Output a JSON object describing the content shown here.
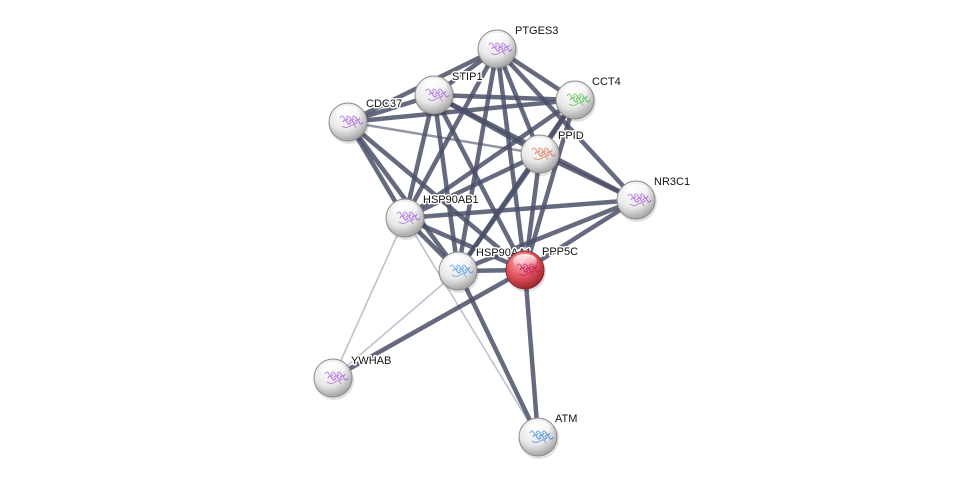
{
  "network": {
    "query_node": "PPP5C",
    "colors": {
      "query_node": "#e0505a",
      "node": "#e6e6e6",
      "edge_strong": "#4a5068",
      "edge_weak": "#b4b6c8"
    },
    "nodes": [
      {
        "id": "PTGES3",
        "label": "PTGES3",
        "structure_color": "#b070d8"
      },
      {
        "id": "STIP1",
        "label": "STIP1",
        "structure_color": "#b070d8"
      },
      {
        "id": "CCT4",
        "label": "CCT4",
        "structure_color": "#60c060"
      },
      {
        "id": "CDC37",
        "label": "CDC37",
        "structure_color": "#b070d8"
      },
      {
        "id": "PPID",
        "label": "PPID",
        "structure_color": "#e08060"
      },
      {
        "id": "NR3C1",
        "label": "NR3C1",
        "structure_color": "#b070d8"
      },
      {
        "id": "HSP90AB1",
        "label": "HSP90AB1",
        "structure_color": "#b070d8"
      },
      {
        "id": "HSP90AA1",
        "label": "HSP90AA1",
        "structure_color": "#60a0e0"
      },
      {
        "id": "PPP5C",
        "label": "PPP5C",
        "structure_color": "#c02060"
      },
      {
        "id": "YWHAB",
        "label": "YWHAB",
        "structure_color": "#b070d8"
      },
      {
        "id": "ATM",
        "label": "ATM",
        "structure_color": "#5090e0"
      }
    ],
    "edges": [
      [
        "PTGES3",
        "STIP1",
        "strong"
      ],
      [
        "PTGES3",
        "CDC37",
        "strong"
      ],
      [
        "PTGES3",
        "CCT4",
        "strong"
      ],
      [
        "PTGES3",
        "PPID",
        "strong"
      ],
      [
        "PTGES3",
        "HSP90AB1",
        "strong"
      ],
      [
        "PTGES3",
        "HSP90AA1",
        "strong"
      ],
      [
        "PTGES3",
        "PPP5C",
        "strong"
      ],
      [
        "PTGES3",
        "NR3C1",
        "strong"
      ],
      [
        "STIP1",
        "CDC37",
        "strong"
      ],
      [
        "STIP1",
        "CCT4",
        "strong"
      ],
      [
        "STIP1",
        "PPID",
        "strong"
      ],
      [
        "STIP1",
        "HSP90AB1",
        "strong"
      ],
      [
        "STIP1",
        "HSP90AA1",
        "strong"
      ],
      [
        "STIP1",
        "PPP5C",
        "strong"
      ],
      [
        "STIP1",
        "NR3C1",
        "strong"
      ],
      [
        "CDC37",
        "CCT4",
        "strong"
      ],
      [
        "CDC37",
        "PPID",
        "medium"
      ],
      [
        "CDC37",
        "HSP90AB1",
        "strong"
      ],
      [
        "CDC37",
        "HSP90AA1",
        "strong"
      ],
      [
        "CDC37",
        "PPP5C",
        "strong"
      ],
      [
        "CCT4",
        "PPID",
        "strong"
      ],
      [
        "CCT4",
        "HSP90AB1",
        "strong"
      ],
      [
        "CCT4",
        "HSP90AA1",
        "strong"
      ],
      [
        "CCT4",
        "PPP5C",
        "strong"
      ],
      [
        "PPID",
        "HSP90AB1",
        "strong"
      ],
      [
        "PPID",
        "HSP90AA1",
        "strong"
      ],
      [
        "PPID",
        "PPP5C",
        "strong"
      ],
      [
        "PPID",
        "NR3C1",
        "strong"
      ],
      [
        "NR3C1",
        "HSP90AB1",
        "strong"
      ],
      [
        "NR3C1",
        "HSP90AA1",
        "strong"
      ],
      [
        "NR3C1",
        "PPP5C",
        "strong"
      ],
      [
        "HSP90AB1",
        "HSP90AA1",
        "strong"
      ],
      [
        "HSP90AB1",
        "PPP5C",
        "strong"
      ],
      [
        "HSP90AB1",
        "YWHAB",
        "weak"
      ],
      [
        "HSP90AB1",
        "ATM",
        "weak"
      ],
      [
        "HSP90AA1",
        "PPP5C",
        "strong"
      ],
      [
        "HSP90AA1",
        "YWHAB",
        "weak"
      ],
      [
        "HSP90AA1",
        "ATM",
        "strong"
      ],
      [
        "PPP5C",
        "YWHAB",
        "strong"
      ],
      [
        "PPP5C",
        "ATM",
        "strong"
      ]
    ]
  }
}
